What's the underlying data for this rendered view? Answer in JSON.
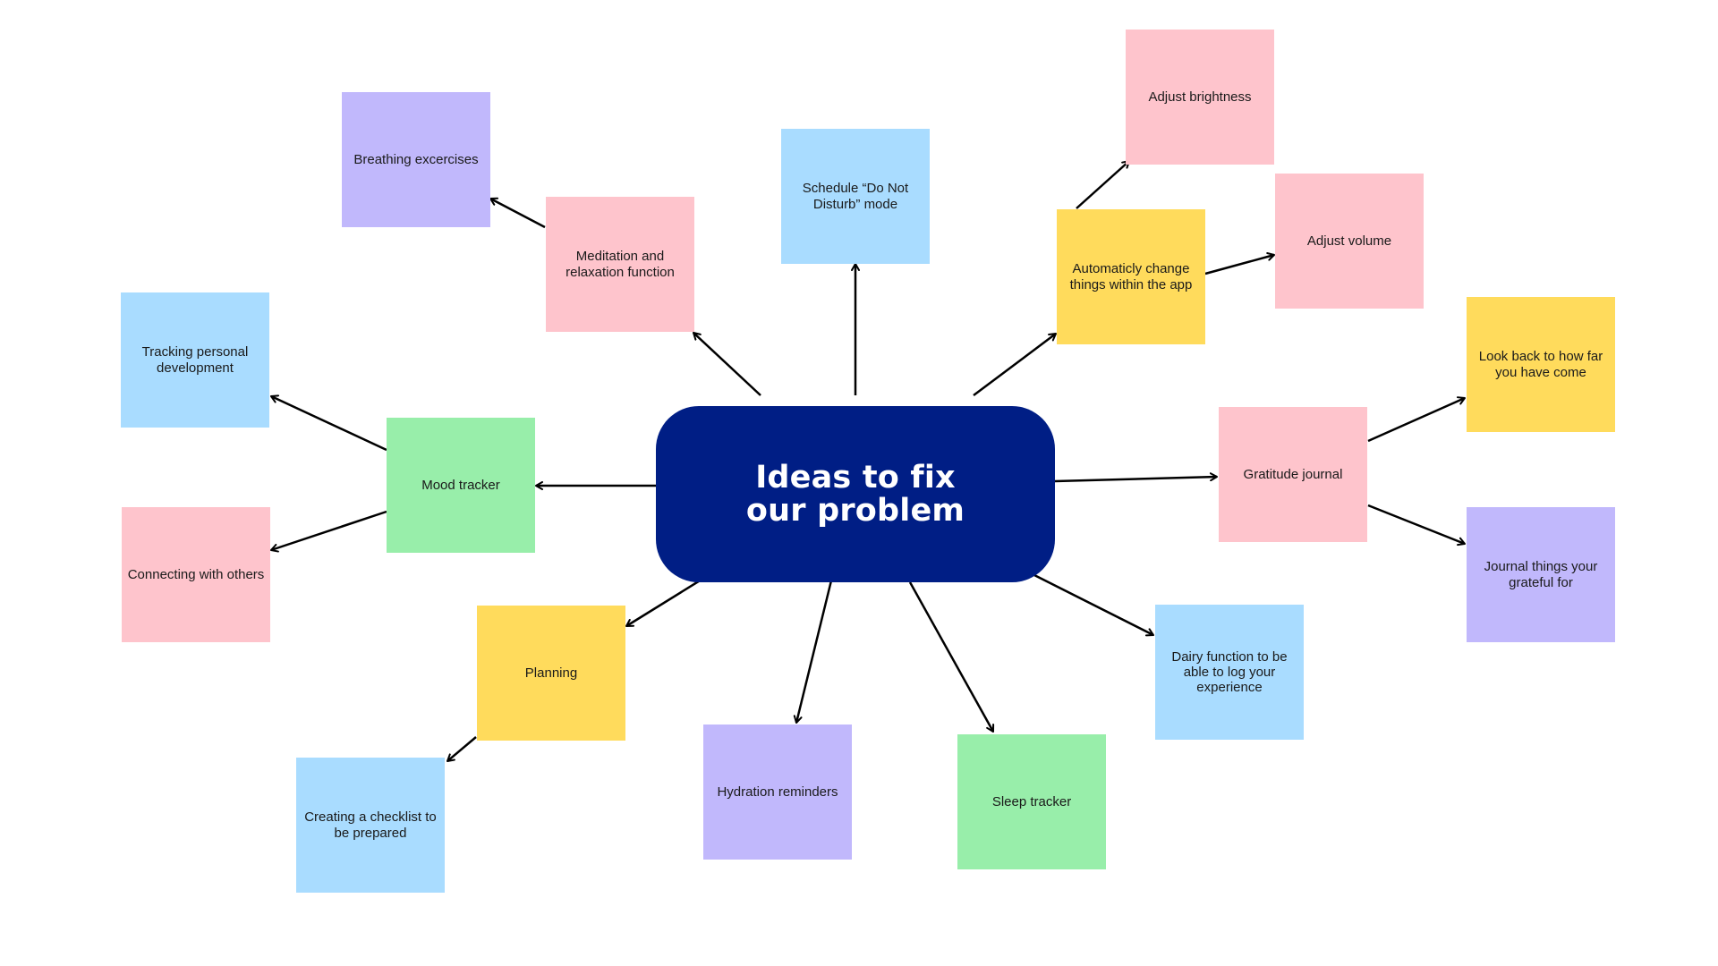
{
  "center": {
    "title_line1": "Ideas to fix",
    "title_line2": "our problem"
  },
  "notes": {
    "breathing": "Breathing excercises",
    "meditation": "Meditation and relaxation function",
    "do_not_disturb": "Schedule “Do Not Disturb” mode",
    "adjust_brightness": "Adjust brightness",
    "auto_change": "Automaticly change things within the app",
    "adjust_volume": "Adjust volume",
    "tracking": "Tracking personal development",
    "mood_tracker": "Mood tracker",
    "connecting": "Connecting with others",
    "look_back": "Look back to how far you have come",
    "gratitude": "Gratitude journal",
    "journal_things": "Journal things your grateful for",
    "planning": "Planning",
    "checklist": "Creating a checklist to be prepared",
    "hydration": "Hydration reminders",
    "sleep": "Sleep tracker",
    "dairy": "Dairy function to be able to log your experience"
  },
  "colors": {
    "center": "#001e85",
    "pink": "#fec4cc",
    "blue": "#a9dcff",
    "purple": "#c1b8fc",
    "yellow": "#ffdb5c",
    "green": "#98eeaa",
    "arrow": "#000000"
  }
}
